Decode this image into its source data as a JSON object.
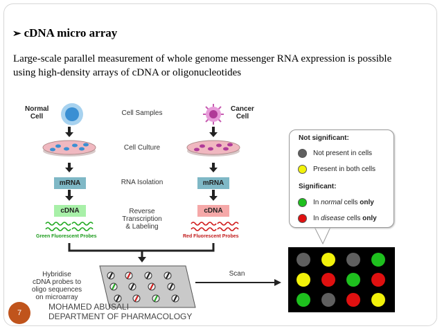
{
  "slide": {
    "heading": "cDNA micro array",
    "heading_bullet": "➢",
    "body": "Large-scale parallel measurement of whole genome messenger RNA expression is possible using high-density arrays of cDNA or oligonucleotides",
    "page_number": "7",
    "footer_line1": "MOHAMED ABUSALI",
    "footer_line2": "DEPARTMENT OF PHARMACOLOGY"
  },
  "diagram": {
    "normal_cell_label": "Normal\nCell",
    "cancer_cell_label": "Cancer\nCell",
    "steps": [
      "Cell Samples",
      "Cell Culture",
      "RNA Isolation",
      "Reverse\nTranscription\n& Labeling"
    ],
    "mrna_label": "mRNA",
    "cdna_label": "cDNA",
    "green_probes": "Green Fluorescent Probes",
    "red_probes": "Red Fluorescent Probes",
    "hybridise_label": "Hybridise\ncDNA probes to\noligo sequences\non microarray",
    "scan_label": "Scan"
  },
  "legend": {
    "not_significant": "Not significant:",
    "not_present": "Not present in cells",
    "present_both": "Present in both cells",
    "significant": "Significant:",
    "normal_only_pre": "In ",
    "normal_only_em": "normal",
    "normal_only_post": " cells ",
    "normal_only_bold": "only",
    "disease_only_pre": "In ",
    "disease_only_em": "disease",
    "disease_only_post": " cells ",
    "disease_only_bold": "only"
  },
  "colors": {
    "gray": "#5f5f5f",
    "yellow": "#f2f20a",
    "green": "#1ec01e",
    "red": "#e01010",
    "mrna_box": "#7fb8c6",
    "cdna_green_box": "#a8f0a8",
    "cdna_red_box": "#f5a8a8",
    "page_badge": "#c0541c"
  },
  "microarray_spots": [
    [
      "gray",
      "yellow",
      "gray",
      "green"
    ],
    [
      "yellow",
      "red",
      "green",
      "red"
    ],
    [
      "green",
      "gray",
      "red",
      "yellow"
    ]
  ]
}
